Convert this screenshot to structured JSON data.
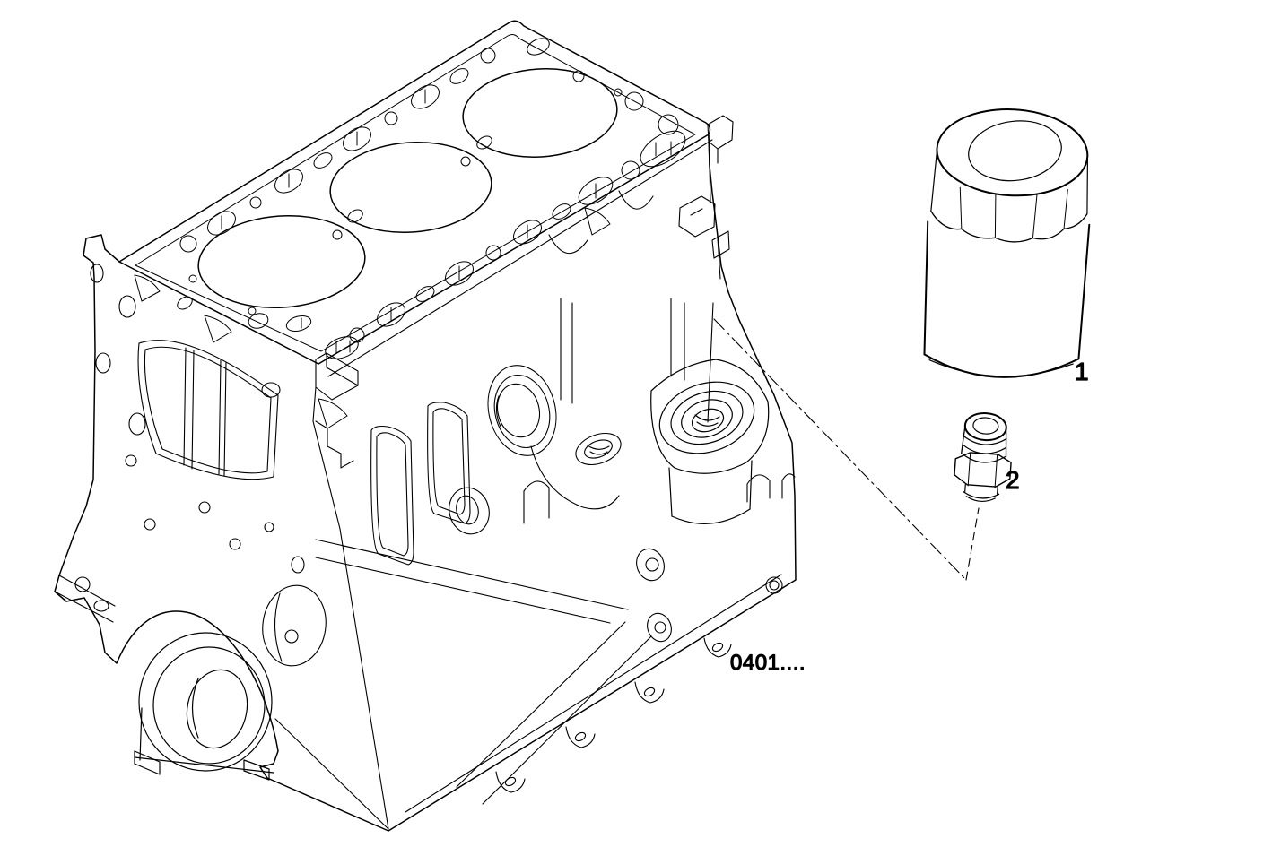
{
  "diagram": {
    "reference_code": "0401....",
    "parts": [
      {
        "callout": "1"
      },
      {
        "callout": "2"
      }
    ]
  },
  "colors": {
    "line": "#000000",
    "background": "#ffffff"
  }
}
